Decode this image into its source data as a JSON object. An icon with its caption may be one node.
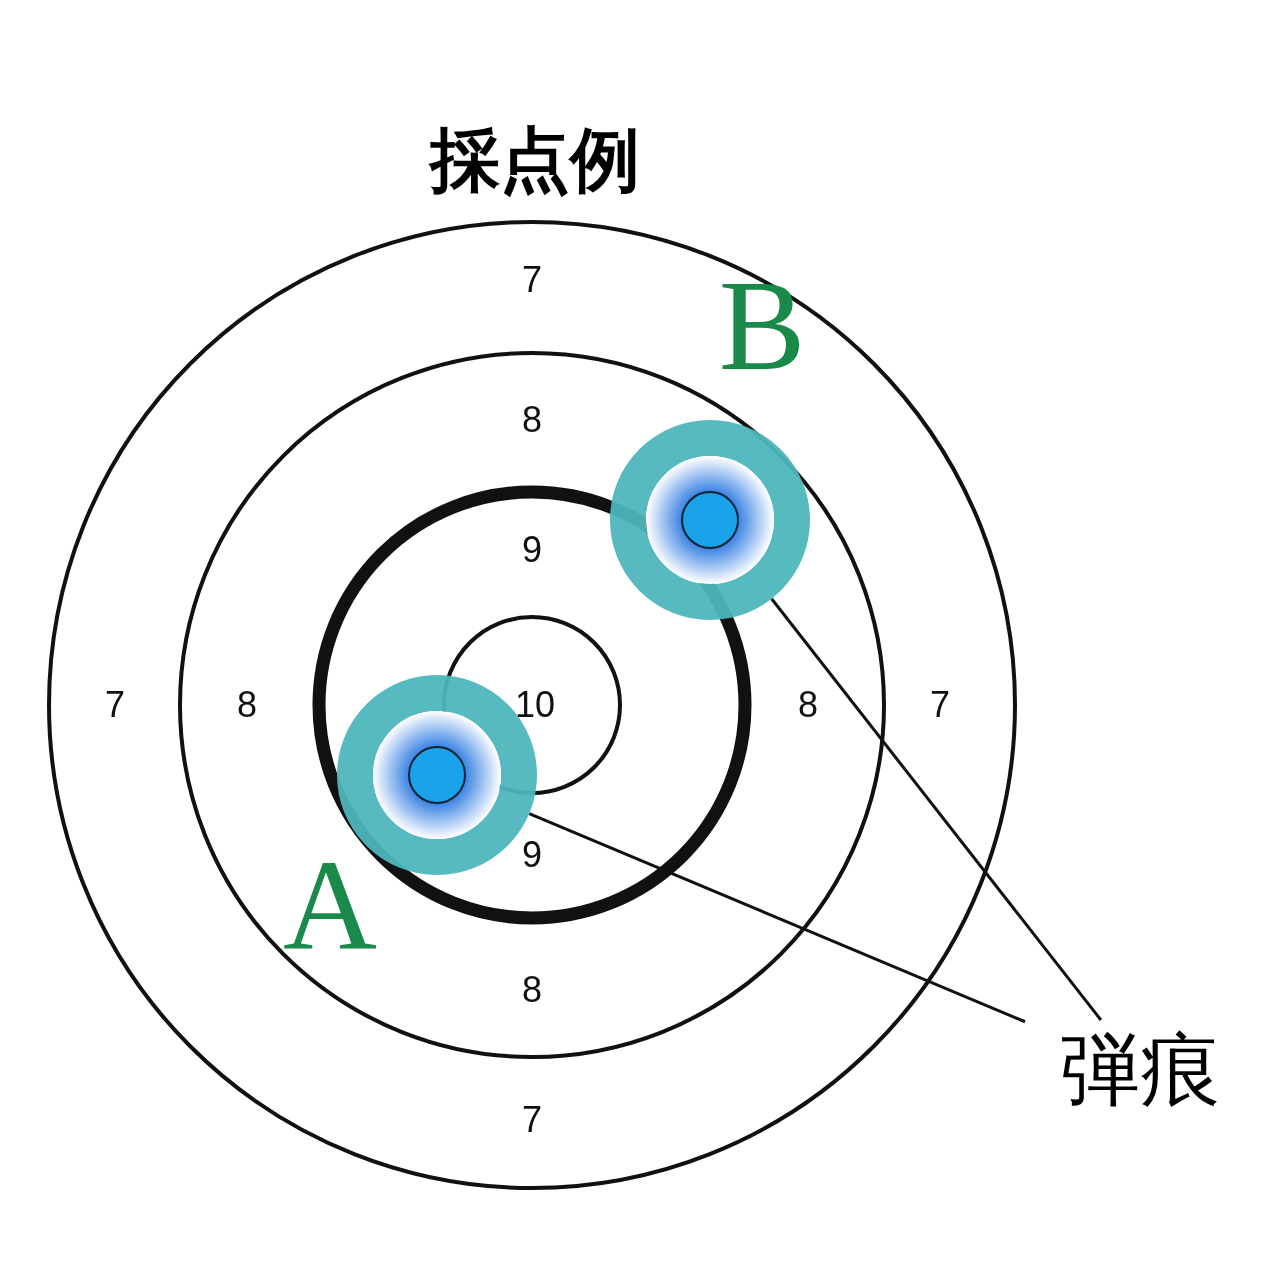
{
  "diagram": {
    "title": "採点例",
    "nodes": [
      {
        "text": [],
        "shape": "circle",
        "beside": [
          "A"
        ]
      },
      {
        "text": [],
        "shape": "circle",
        "beside": [
          "B"
        ]
      },
      {
        "text": [
          "弾痕"
        ]
      }
    ],
    "edges": [
      {
        "from": 2,
        "to": 0,
        "arrow": "none"
      },
      {
        "from": 2,
        "to": 1,
        "arrow": "none"
      }
    ],
    "labels": [
      "7",
      "8",
      "9",
      "7",
      "8",
      "10",
      "8",
      "7",
      "9",
      "8",
      "7"
    ]
  }
}
